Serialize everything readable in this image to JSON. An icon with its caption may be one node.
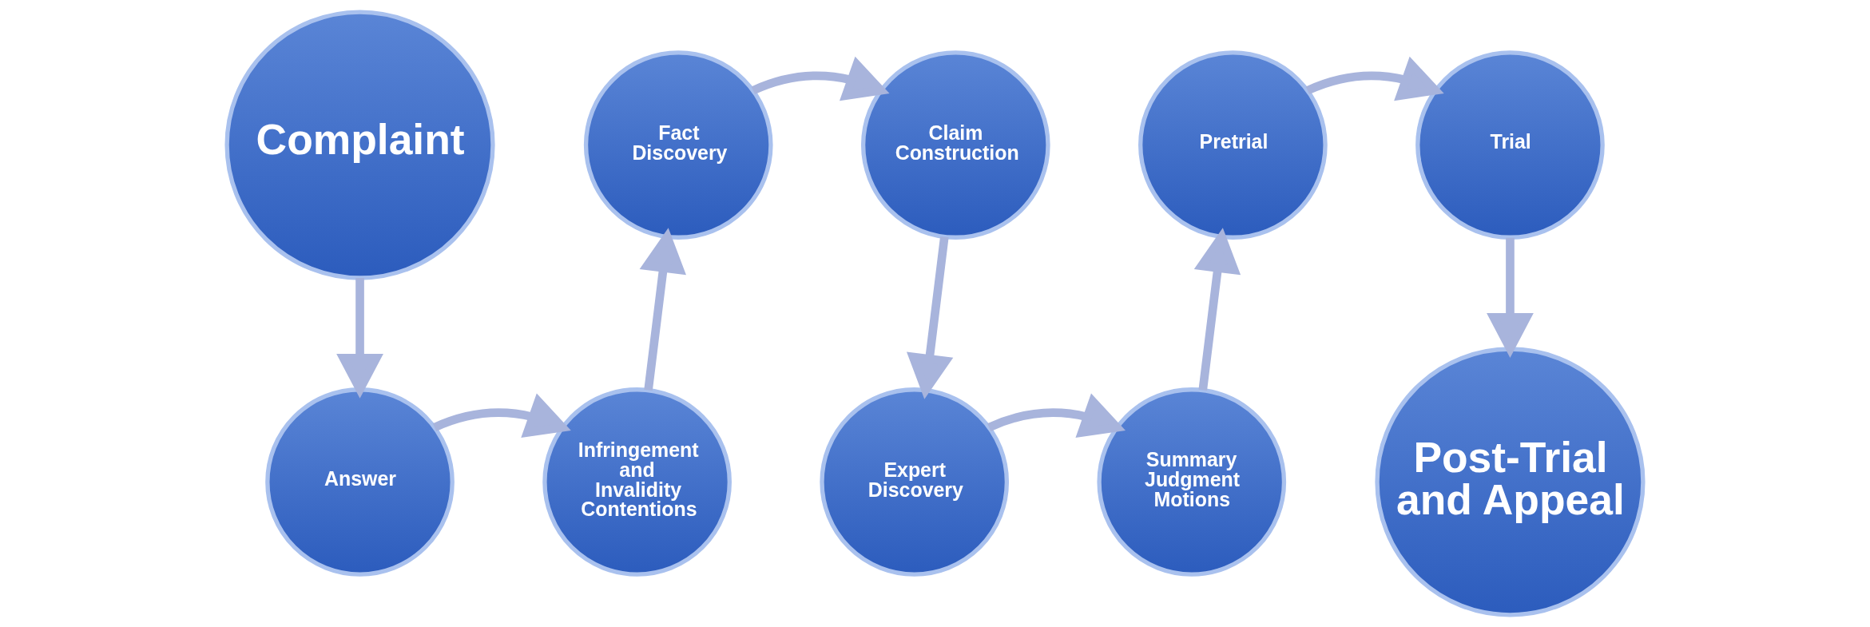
{
  "diagram": {
    "nodes": [
      {
        "text": [
          "Complaint"
        ]
      },
      {
        "text": [
          "Answer"
        ]
      },
      {
        "text": [
          "Infringement and Invalidity Contentions"
        ]
      },
      {
        "text": [
          "Fact Discovery"
        ]
      },
      {
        "text": [
          "Claim Construction"
        ]
      },
      {
        "text": [
          "Expert Discovery"
        ]
      },
      {
        "text": [
          "Summary Judgment Motions"
        ]
      },
      {
        "text": [
          "Pretrial"
        ]
      },
      {
        "text": [
          "Trial"
        ]
      },
      {
        "text": [
          "Post-Trial and Appeal"
        ]
      }
    ],
    "edges": [
      {
        "from": 0,
        "to": 1,
        "arrow": "to"
      },
      {
        "from": 1,
        "to": 2,
        "arrow": "to"
      },
      {
        "from": 2,
        "to": 3,
        "arrow": "to"
      },
      {
        "from": 3,
        "to": 4,
        "arrow": "to"
      },
      {
        "from": 4,
        "to": 5,
        "arrow": "to"
      },
      {
        "from": 5,
        "to": 6,
        "arrow": "to"
      },
      {
        "from": 6,
        "to": 7,
        "arrow": "to"
      },
      {
        "from": 7,
        "to": 8,
        "arrow": "to"
      },
      {
        "from": 8,
        "to": 9,
        "arrow": "to"
      }
    ]
  }
}
